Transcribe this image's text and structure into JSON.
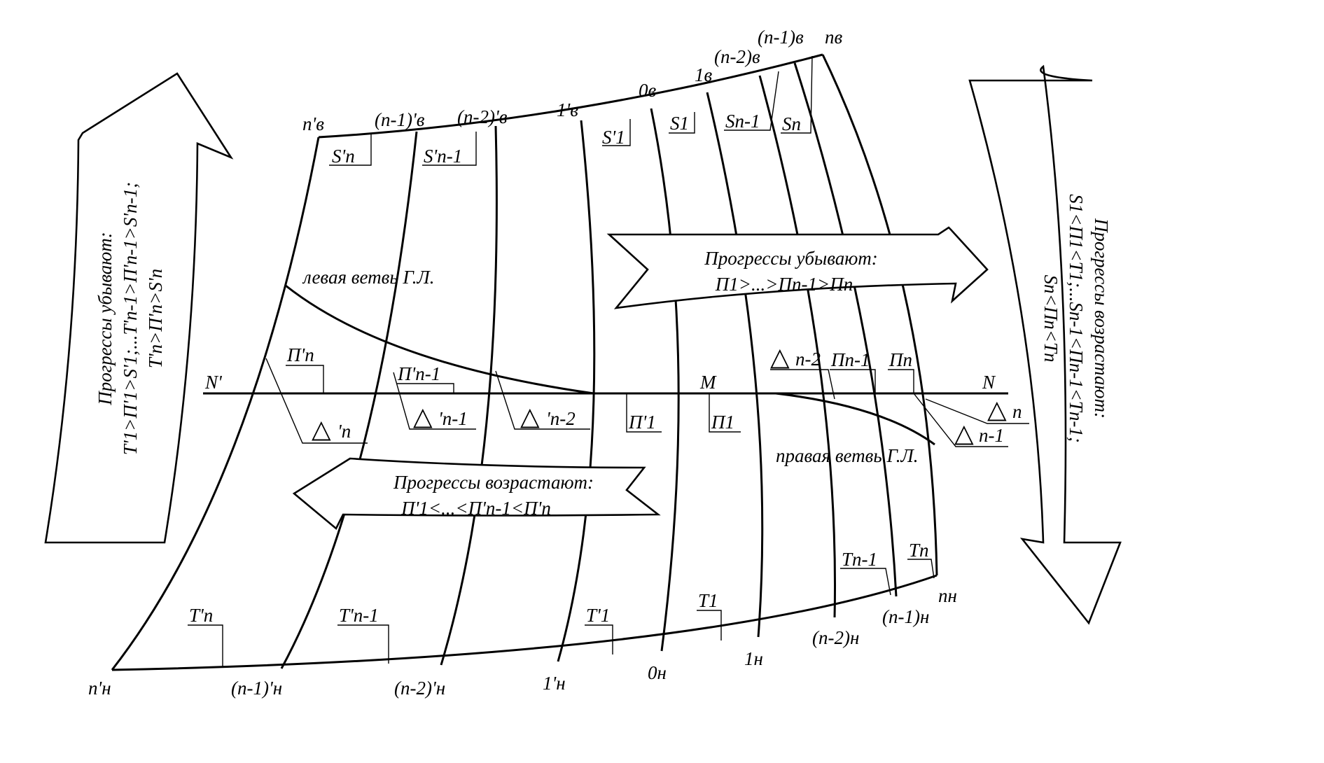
{
  "points": {
    "top": [
      "n'в",
      "(n-1)'в",
      "(n-2)'в",
      "1'в",
      "0в",
      "1в",
      "(n-2)в",
      "(n-1)в",
      "nв"
    ],
    "bottom": [
      "n'н",
      "(n-1)'н",
      "(n-2)'н",
      "1'н",
      "0н",
      "1н",
      "(n-2)н",
      "(n-1)н",
      "nн"
    ],
    "axis_left": "N'",
    "axis_mid": "M",
    "axis_right": "N"
  },
  "labels": {
    "s": [
      "S'n",
      "S'n-1",
      "S'1",
      "S1",
      "Sn-1",
      "Sn"
    ],
    "t": [
      "T'n",
      "T'n-1",
      "T'1",
      "T1",
      "Tn-1",
      "Tn"
    ],
    "p": [
      "П'n",
      "П'n-1",
      "П'1",
      "П1",
      "Пn-1",
      "Пn"
    ],
    "delta": [
      "'n",
      "'n-1",
      "'n-2",
      "n-2",
      "n",
      "n-1"
    ]
  },
  "branches": {
    "left": "левая ветвь Г.Л.",
    "right": "правая ветвь Г.Л."
  },
  "arrows": {
    "left_vertical": {
      "line1": "Прогрессы убывают:",
      "line2": "T'1>П'1>S'1;...T'n-1>П'n-1>S'n-1;",
      "line3": "T'n>П'n>S'n"
    },
    "right_vertical": {
      "line1": "Прогрессы возрастают:",
      "line2": "S1<П1<T1;...Sn-1<Пn-1<Tn-1;",
      "line3": "Sn<Пn<Tn"
    },
    "right_horizontal": {
      "line1": "Прогрессы убывают:",
      "line2": "П1>...>Пn-1>Пn"
    },
    "left_horizontal": {
      "line1": "Прогрессы возрастают:",
      "line2": "П'1<...<П'n-1<П'n"
    }
  }
}
